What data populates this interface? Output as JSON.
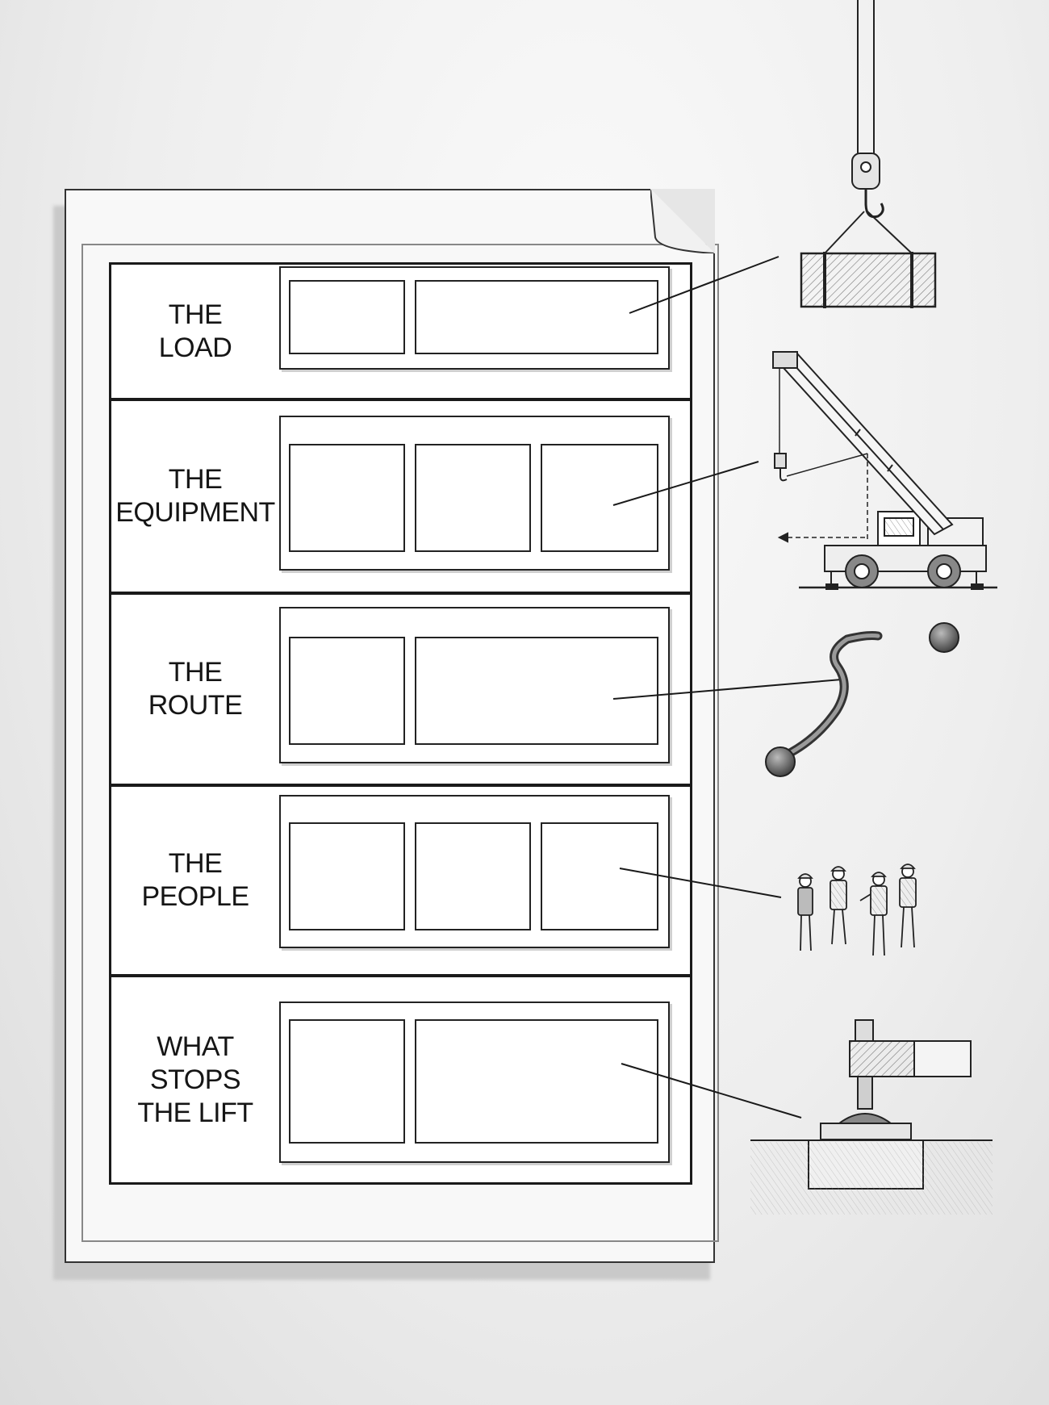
{
  "rows": [
    {
      "id": "load",
      "label_lines": [
        "THE",
        "LOAD"
      ],
      "cells": 2
    },
    {
      "id": "equipment",
      "label_lines": [
        "THE",
        "EQUIPMENT"
      ],
      "cells": 3
    },
    {
      "id": "route",
      "label_lines": [
        "THE",
        "ROUTE"
      ],
      "cells": 2
    },
    {
      "id": "people",
      "label_lines": [
        "THE",
        "PEOPLE"
      ],
      "cells": 3
    },
    {
      "id": "what-stops-the-lift",
      "label_lines": [
        "WHAT",
        "STOPS",
        "THE LIFT"
      ],
      "cells": 2
    }
  ],
  "illustrations": [
    "hook-load",
    "mobile-crane",
    "route-path",
    "workers-group",
    "outrigger-pad"
  ],
  "colors": {
    "ink": "#1a1a1a",
    "paper": "#f8f8f8",
    "table": "#ffffff",
    "background": "#e9e9e9"
  }
}
